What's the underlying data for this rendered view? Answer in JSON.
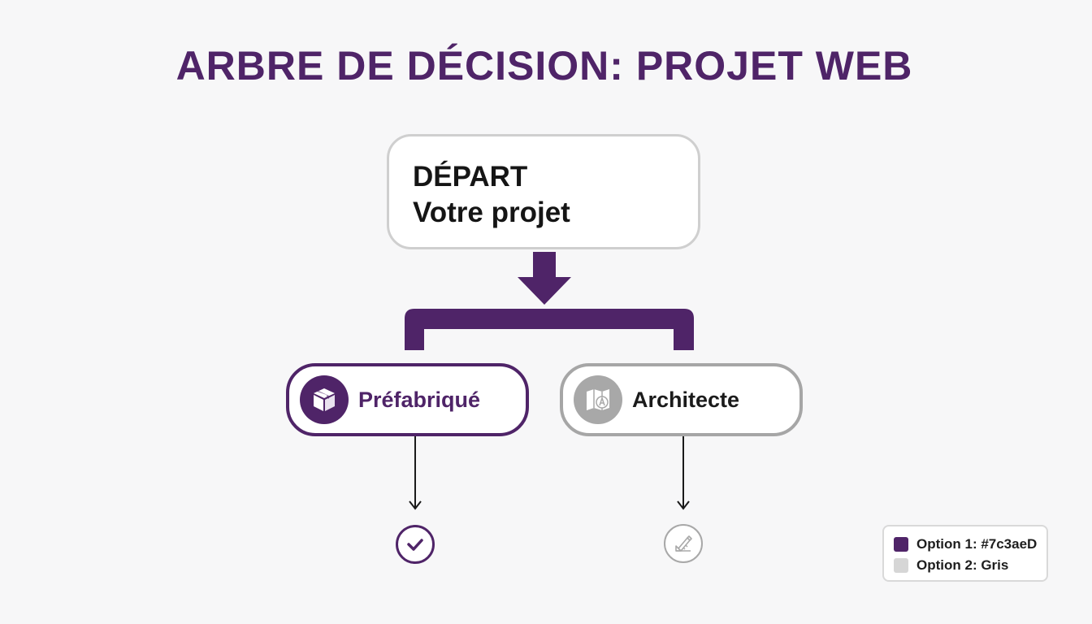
{
  "title": "ARBRE DE DÉCISION: PROJET WEB",
  "start": {
    "line1": "DÉPART",
    "line2": "Votre projet"
  },
  "options": [
    {
      "label": "Préfabriqué",
      "icon": "package-box-icon",
      "result_icon": "checkmark-icon",
      "color": "#4f2468"
    },
    {
      "label": "Architecte",
      "icon": "blueprint-icon",
      "result_icon": "pencil-ruler-icon",
      "color": "#a8a8a8"
    }
  ],
  "legend": {
    "items": [
      {
        "label": "Option 1: #7c3aeD",
        "color": "#4f2468"
      },
      {
        "label": "Option 2: Gris",
        "color": "#d6d6d6"
      }
    ]
  },
  "colors": {
    "accent": "#4f2468",
    "gray": "#a8a8a8",
    "border_light": "#cfcfcf"
  }
}
